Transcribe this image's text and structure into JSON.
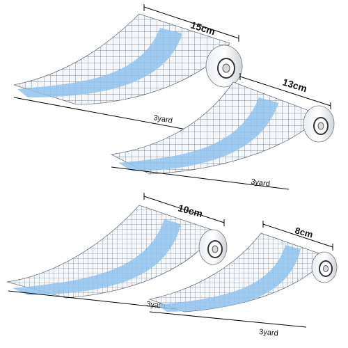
{
  "colors": {
    "film": "#f4f7fb",
    "grid": "#2a2f3a",
    "blue_band": "#8fc3ee",
    "roll_edge": "#c9cdd3",
    "line": "#000000"
  },
  "rolls": [
    {
      "width_label": "15cm",
      "length_label": "3yard"
    },
    {
      "width_label": "13cm",
      "length_label": "3yard"
    },
    {
      "width_label": "10cm",
      "length_label": "3yard"
    },
    {
      "width_label": "8cm",
      "length_label": "3yard"
    }
  ]
}
